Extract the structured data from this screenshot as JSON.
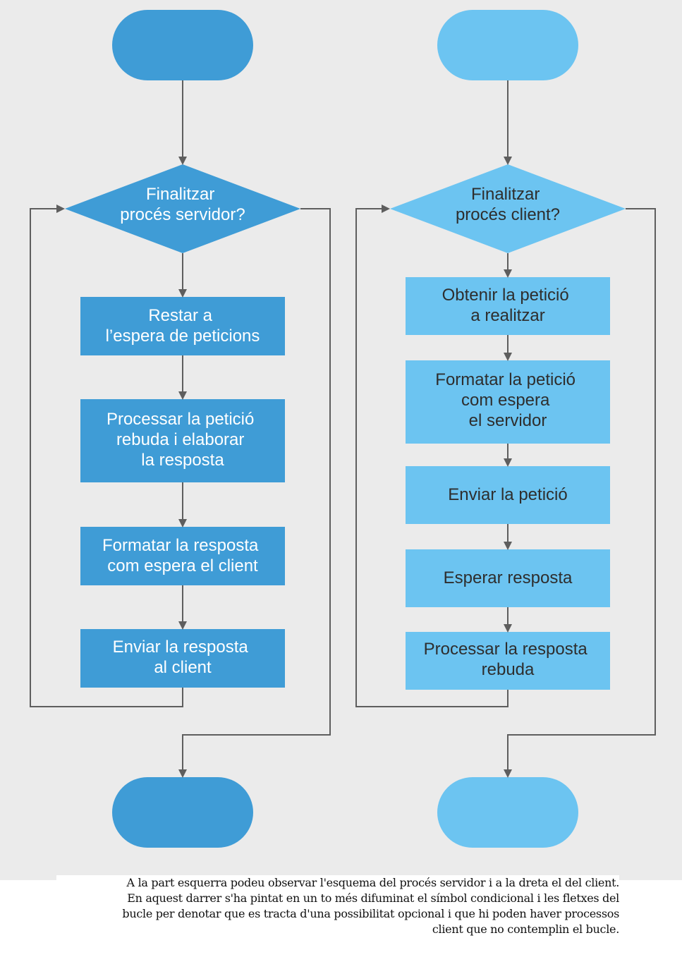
{
  "colors": {
    "background": "#ebebeb",
    "server_fill": "#3f9cd6",
    "client_fill": "#6cc4f1",
    "line": "#5e5e5e"
  },
  "server": {
    "decision": [
      "Finalitzar",
      "procés servidor?"
    ],
    "steps": [
      [
        "Restar a",
        "l’espera de peticions"
      ],
      [
        "Processar la petició",
        "rebuda i elaborar",
        "la resposta"
      ],
      [
        "Formatar la resposta",
        "com espera el client"
      ],
      [
        "Enviar la resposta",
        "al client"
      ]
    ]
  },
  "client": {
    "decision": [
      "Finalitzar",
      "procés client?"
    ],
    "steps": [
      [
        "Obtenir la petició",
        "a realitzar"
      ],
      [
        "Formatar la petició",
        "com espera",
        "el servidor"
      ],
      [
        "Enviar la petició"
      ],
      [
        "Esperar resposta"
      ],
      [
        "Processar la resposta",
        "rebuda"
      ]
    ]
  },
  "caption": {
    "lines": [
      "A la part esquerra podeu observar l'esquema del procés servidor i a la dreta el del client.",
      "En aquest darrer s'ha pintat en un to més difuminat el símbol condicional i les fletxes del",
      "bucle per denotar que es tracta d'una possibilitat opcional i que hi poden haver processos",
      "client que no contemplin el bucle."
    ]
  }
}
